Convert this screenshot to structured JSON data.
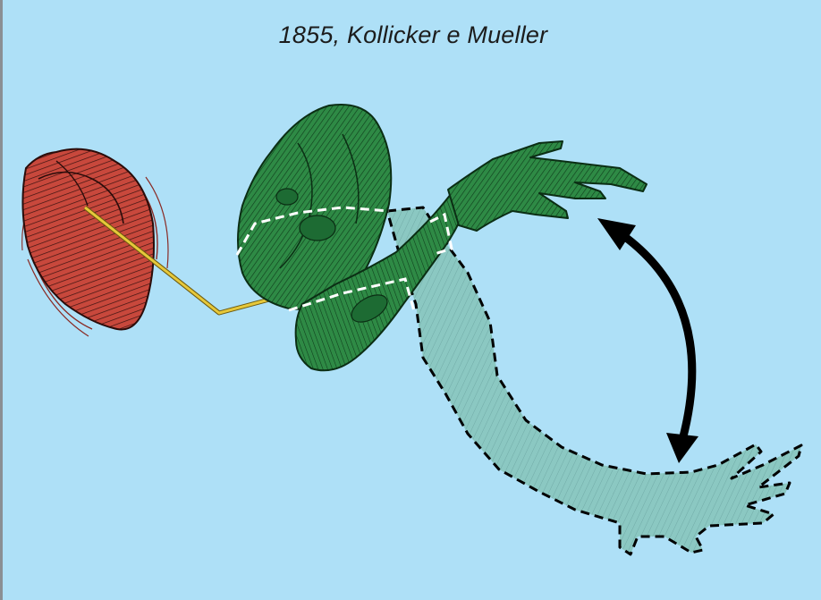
{
  "title": "1855, Kollicker e Mueller",
  "colors": {
    "background": "#aee0f7",
    "heart": "#c8483c",
    "muscle": "#1f7a3a",
    "muscle_ghost": "#5fa98a",
    "nerve": "#d9b92c",
    "arrow": "#000000"
  },
  "icons": {
    "heart": "heart-illustration",
    "frog_leg_contracted": "frog-leg-muscle-illustration",
    "frog_leg_extended": "frog-leg-ghost-outline",
    "movement": "double-headed-curved-arrow"
  }
}
